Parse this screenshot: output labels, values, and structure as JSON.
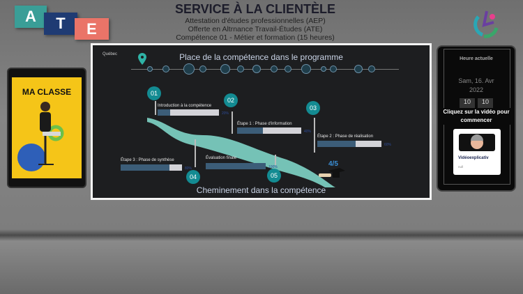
{
  "logo": {
    "letters": [
      "A",
      "T",
      "E"
    ],
    "colors": [
      "#3a9e97",
      "#1f3b73",
      "#ea7468"
    ]
  },
  "header": {
    "title": "SERVICE À LA CLIENTÈLE",
    "line1": "Attestation d'études professionnelles (AEP)",
    "line2": "Offerte en Altrnance Travail-Études (ATE)",
    "line3": "Compétence 01 - Métier et formation (15 heures)"
  },
  "tablet": {
    "label": "MA CLASSE",
    "bg": "#f5c518"
  },
  "board": {
    "brand": "Québec",
    "top_title": "Place de la compétence dans le programme",
    "bottom_title": "Cheminement dans la compétence",
    "progress": "4/5",
    "steps": [
      {
        "num": "01",
        "label": "Introduction à la compétence",
        "percent": 20,
        "percent_label": "20%"
      },
      {
        "num": "02",
        "label": "Étape 1 : Phase d'information",
        "percent": 40,
        "percent_label": "40%"
      },
      {
        "num": "03",
        "label": "Étape 2 : Phase de réalisation",
        "percent": 60,
        "percent_label": "60%"
      },
      {
        "num": "04",
        "label": "Étape 3 : Phase de synthèse",
        "percent": 80,
        "percent_label": "80%"
      },
      {
        "num": "05",
        "label": "Évaluation finale",
        "percent": 100,
        "percent_label": "100%"
      }
    ]
  },
  "phone": {
    "clock_title": "Heure actuelle",
    "date": "Sam, 16. Avr",
    "year": "2022",
    "time_h": "10",
    "time_m": "10",
    "cta": "Cliquez sur la vidéo pour commencer",
    "video_title": "Vidéoexplicativ",
    "video_sub": "null"
  },
  "colors": {
    "accent": "#138b92",
    "bar_fill": "#3c5d78"
  }
}
